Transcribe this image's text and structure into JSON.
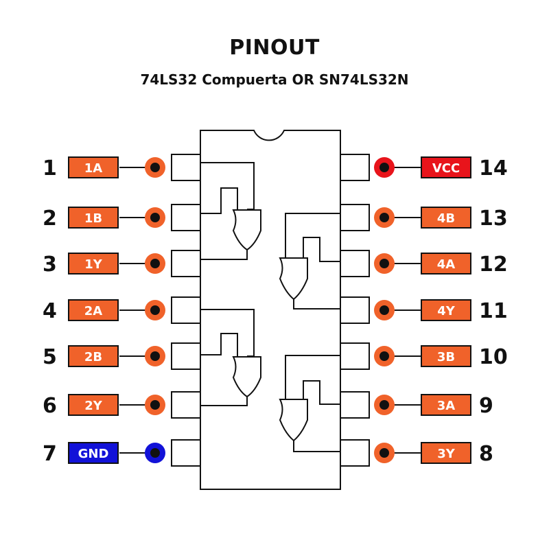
{
  "title": "PINOUT",
  "subtitle": "74LS32 Compuerta OR SN74LS32N",
  "colors": {
    "signal": "#f0622a",
    "vcc": "#e8141b",
    "gnd": "#1212d8",
    "outline": "#111111"
  },
  "pins": [
    {
      "number": "1",
      "label": "1A",
      "side": "left",
      "type": "signal"
    },
    {
      "number": "2",
      "label": "1B",
      "side": "left",
      "type": "signal"
    },
    {
      "number": "3",
      "label": "1Y",
      "side": "left",
      "type": "signal"
    },
    {
      "number": "4",
      "label": "2A",
      "side": "left",
      "type": "signal"
    },
    {
      "number": "5",
      "label": "2B",
      "side": "left",
      "type": "signal"
    },
    {
      "number": "6",
      "label": "2Y",
      "side": "left",
      "type": "signal"
    },
    {
      "number": "7",
      "label": "GND",
      "side": "left",
      "type": "gnd"
    },
    {
      "number": "14",
      "label": "VCC",
      "side": "right",
      "type": "vcc"
    },
    {
      "number": "13",
      "label": "4B",
      "side": "right",
      "type": "signal"
    },
    {
      "number": "12",
      "label": "4A",
      "side": "right",
      "type": "signal"
    },
    {
      "number": "11",
      "label": "4Y",
      "side": "right",
      "type": "signal"
    },
    {
      "number": "10",
      "label": "3B",
      "side": "right",
      "type": "signal"
    },
    {
      "number": "9",
      "label": "3A",
      "side": "right",
      "type": "signal"
    },
    {
      "number": "8",
      "label": "3Y",
      "side": "right",
      "type": "signal"
    }
  ]
}
